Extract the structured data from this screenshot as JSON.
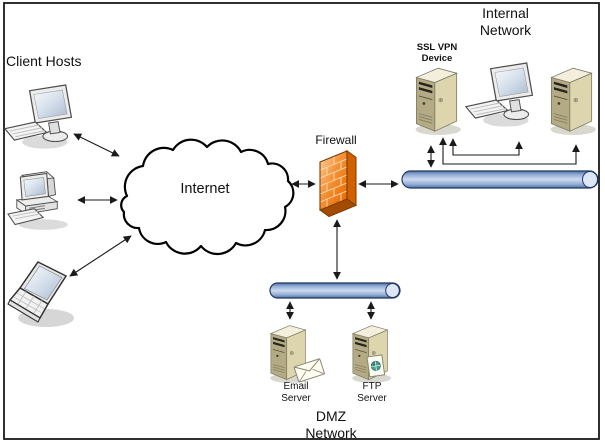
{
  "diagram": {
    "type": "network-topology",
    "labels": {
      "client_hosts": "Client Hosts",
      "internet": "Internet",
      "firewall": "Firewall",
      "internal_network": "Internal Network",
      "ssl_vpn_device": "SSL VPN Device",
      "email_server": "Email Server",
      "ftp_server": "FTP Server",
      "dmz_network": "DMZ Network"
    },
    "nodes": [
      {
        "id": "client-workstation",
        "type": "workstation",
        "zone": "Client Hosts"
      },
      {
        "id": "client-desktop",
        "type": "desktop-pc",
        "zone": "Client Hosts"
      },
      {
        "id": "client-laptop",
        "type": "laptop",
        "zone": "Client Hosts"
      },
      {
        "id": "internet",
        "type": "cloud",
        "label": "Internet"
      },
      {
        "id": "firewall",
        "type": "firewall",
        "label": "Firewall"
      },
      {
        "id": "internal-bus",
        "type": "network-segment",
        "zone": "Internal Network"
      },
      {
        "id": "ssl-vpn-device",
        "type": "server",
        "label": "SSL VPN Device",
        "zone": "Internal Network"
      },
      {
        "id": "internal-workstation",
        "type": "workstation",
        "zone": "Internal Network"
      },
      {
        "id": "internal-server",
        "type": "server",
        "zone": "Internal Network"
      },
      {
        "id": "dmz-bus",
        "type": "network-segment",
        "zone": "DMZ Network"
      },
      {
        "id": "email-server",
        "type": "server",
        "label": "Email Server",
        "zone": "DMZ Network"
      },
      {
        "id": "ftp-server",
        "type": "server",
        "label": "FTP Server",
        "zone": "DMZ Network"
      }
    ],
    "edges": [
      {
        "from": "client-workstation",
        "to": "internet",
        "arrows": "both"
      },
      {
        "from": "client-desktop",
        "to": "internet",
        "arrows": "both"
      },
      {
        "from": "client-laptop",
        "to": "internet",
        "arrows": "both"
      },
      {
        "from": "internet",
        "to": "firewall",
        "arrows": "both"
      },
      {
        "from": "firewall",
        "to": "internal-bus",
        "arrows": "both"
      },
      {
        "from": "firewall",
        "to": "dmz-bus",
        "arrows": "both"
      },
      {
        "from": "dmz-bus",
        "to": "email-server",
        "arrows": "both"
      },
      {
        "from": "dmz-bus",
        "to": "ftp-server",
        "arrows": "both"
      },
      {
        "from": "internal-bus",
        "to": "ssl-vpn-device",
        "arrows": "both"
      },
      {
        "from": "ssl-vpn-device",
        "to": "internal-workstation",
        "arrows": "up"
      },
      {
        "from": "ssl-vpn-device",
        "to": "internal-server",
        "arrows": "up"
      }
    ],
    "colors": {
      "background": "#ffffff",
      "line": "#1a1a1a",
      "bus_fill": "#95b3d7",
      "bus_outline": "#1f3864",
      "firewall_orange": "#f08718",
      "server_beige": "#ddd5ae",
      "screen_blue": "#d5dfeb"
    }
  }
}
